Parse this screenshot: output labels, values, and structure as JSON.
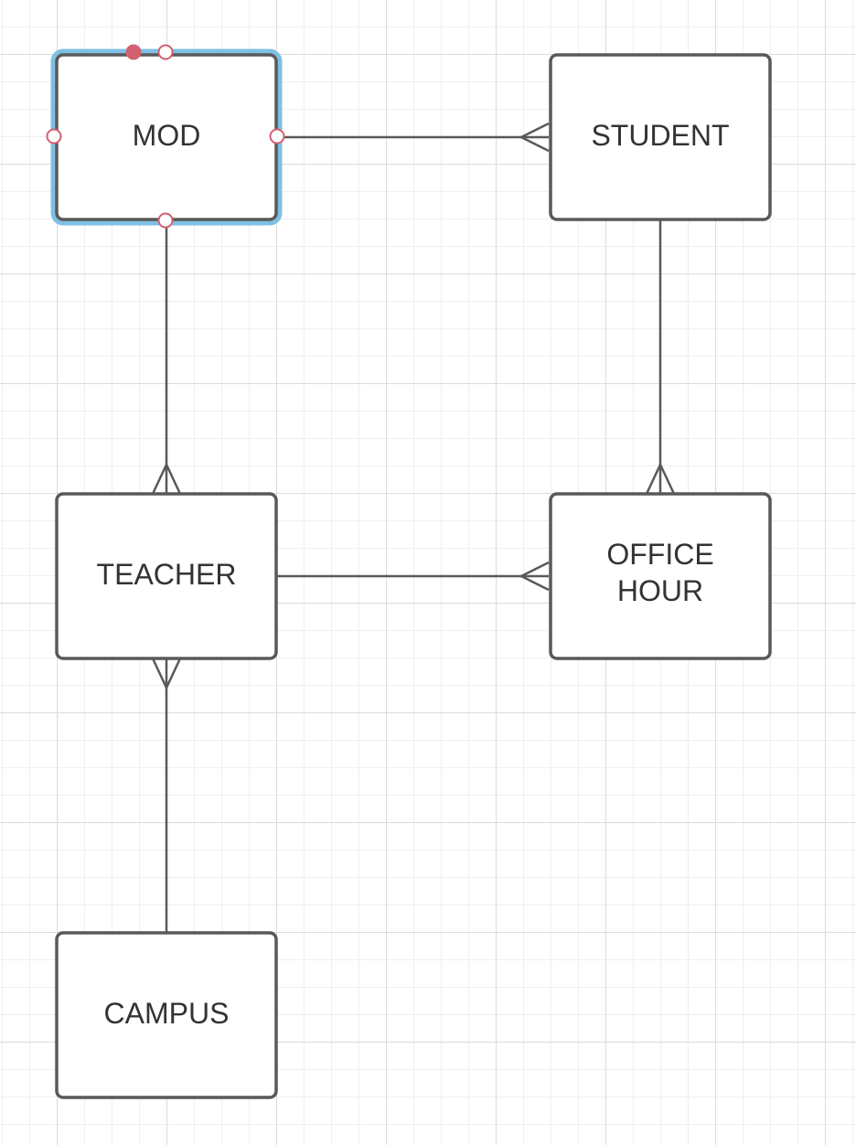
{
  "diagram": {
    "entities": {
      "mod": {
        "label": "MOD"
      },
      "student": {
        "label": "STUDENT"
      },
      "teacher": {
        "label": "TEACHER"
      },
      "office_hour": {
        "label_line1": "OFFICE",
        "label_line2": "HOUR"
      },
      "campus": {
        "label": "CAMPUS"
      }
    },
    "relationships": [
      {
        "from": "MOD",
        "to": "STUDENT",
        "notation": "many"
      },
      {
        "from": "MOD",
        "to": "TEACHER",
        "notation": "many"
      },
      {
        "from": "STUDENT",
        "to": "OFFICE HOUR",
        "notation": "many"
      },
      {
        "from": "TEACHER",
        "to": "OFFICE HOUR",
        "notation": "many"
      },
      {
        "from": "CAMPUS",
        "to": "TEACHER",
        "notation": "many"
      }
    ],
    "selected_entity": "MOD",
    "colors": {
      "stroke": "#595959",
      "text": "#333333",
      "selection": "#7ec0e4",
      "handle": "#d26070",
      "grid": "#dcdcdc",
      "background": "#ffffff"
    }
  }
}
